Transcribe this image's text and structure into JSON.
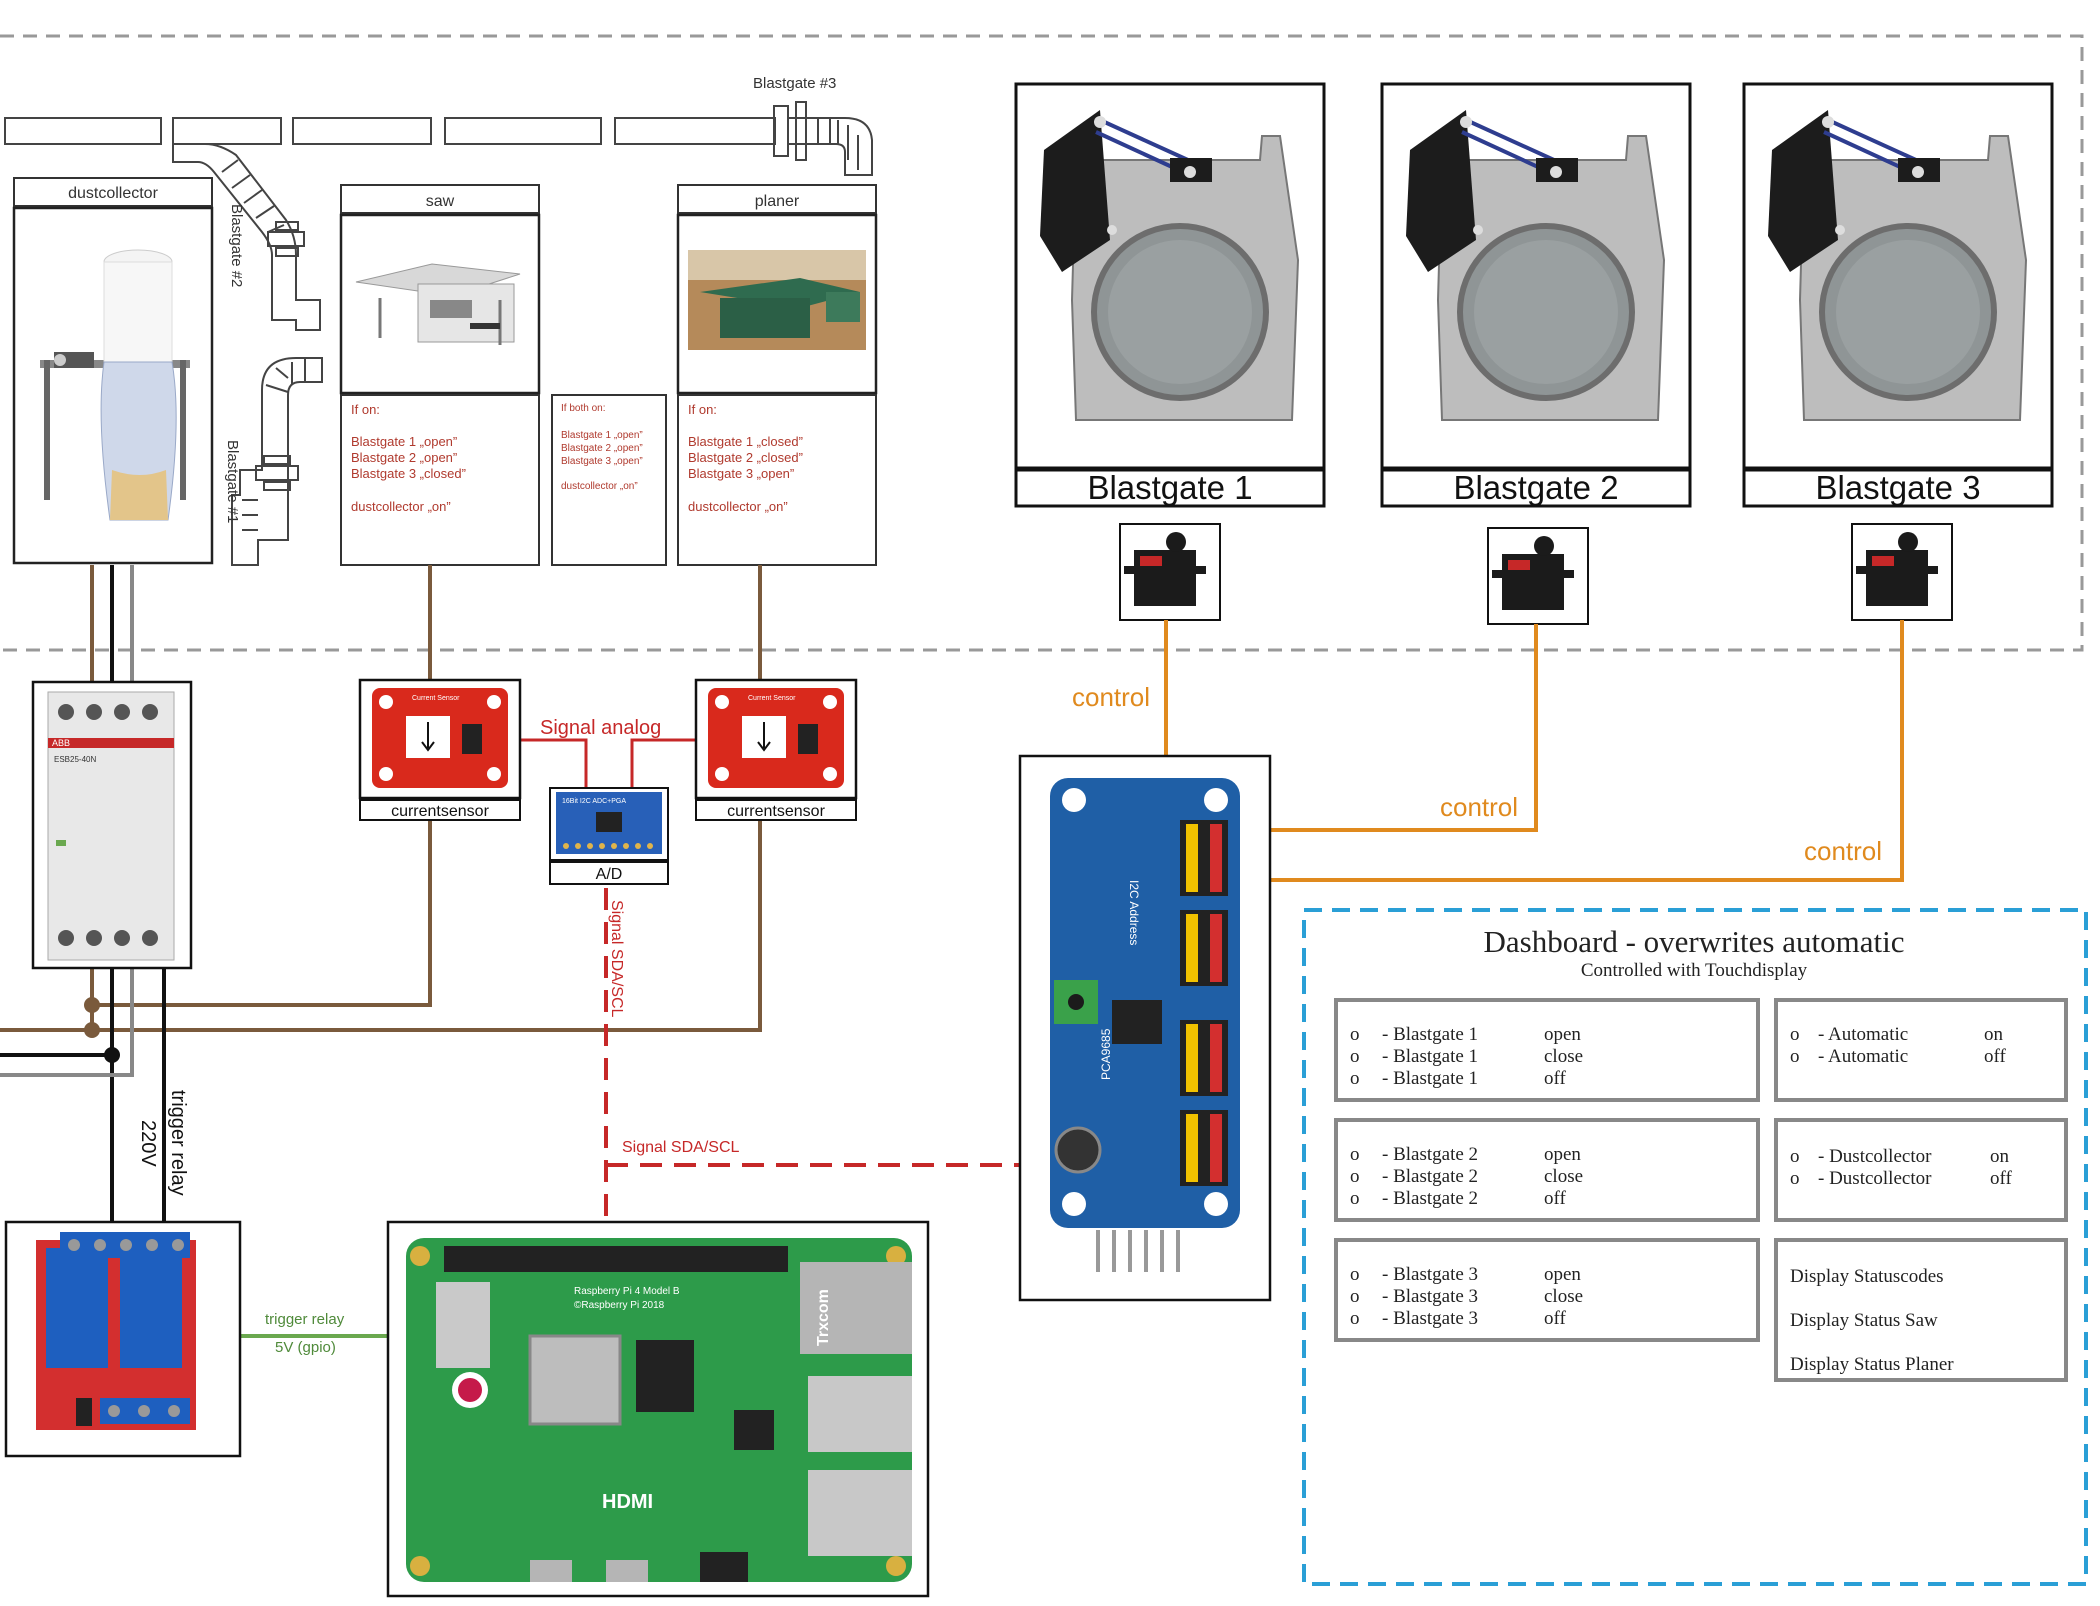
{
  "ducts": {
    "blastgate3_label": "Blastgate #3",
    "blastgate2_label": "Blastgate #2",
    "blastgate1_label": "Blastgate #1"
  },
  "machines": {
    "dustcollector": {
      "title": "dustcollector"
    },
    "saw": {
      "title": "saw",
      "rules": [
        "If on:",
        "Blastgate 1 „open”",
        "Blastgate 2 „open”",
        "Blastgate 3 „closed”",
        "dustcollector „on”"
      ]
    },
    "both": {
      "rules": [
        "If both on:",
        "Blastgate 1 „open”",
        "Blastgate 2 „open”",
        "Blastgate 3 „open”",
        "dustcollector „on”"
      ]
    },
    "planer": {
      "title": "planer",
      "rules": [
        "If on:",
        "Blastgate 1 „closed”",
        "Blastgate 2 „closed”",
        "Blastgate 3 „open”",
        "dustcollector „on”"
      ]
    }
  },
  "blastgates": [
    {
      "label": "Blastgate 1"
    },
    {
      "label": "Blastgate 2"
    },
    {
      "label": "Blastgate 3"
    }
  ],
  "signals": {
    "control": "control",
    "signal_analog": "Signal analog",
    "sda_scl": "Signal SDA/SCL",
    "current_sensor": "currentsensor",
    "ad": "A/D",
    "trigger_relay": "trigger relay",
    "v220": "220V",
    "trigger_relay_5v": "trigger relay",
    "gpio_5v": "5V (gpio)"
  },
  "boards": {
    "current_sensor_chip": "Current Sensor",
    "adc_chip": "16Bit I2C ADC+PGA",
    "contactor_brand": "ABB",
    "contactor_model": "ESB25-40N",
    "pca_text": "I2C Address",
    "pca_chip": "PCA9685",
    "rpi_model": "Raspberry Pi 4 Model B",
    "rpi_copyright": "©Raspberry Pi 2018",
    "rpi_hdmi": "HDMI",
    "rpi_eth": "Trxcom"
  },
  "dashboard": {
    "title": "Dashboard - overwrites automatic",
    "subtitle": "Controlled with Touchdisplay",
    "gate_groups": [
      {
        "rows": [
          {
            "bullet": "o",
            "item": "- Blastgate 1",
            "state": "open"
          },
          {
            "bullet": "o",
            "item": "- Blastgate 1",
            "state": "close"
          },
          {
            "bullet": "o",
            "item": "- Blastgate 1",
            "state": "off"
          }
        ]
      },
      {
        "rows": [
          {
            "bullet": "o",
            "item": "- Blastgate 2",
            "state": "open"
          },
          {
            "bullet": "o",
            "item": "- Blastgate 2",
            "state": "close"
          },
          {
            "bullet": "o",
            "item": "- Blastgate 2",
            "state": "off"
          }
        ]
      },
      {
        "rows": [
          {
            "bullet": "o",
            "item": "- Blastgate 3",
            "state": "open"
          },
          {
            "bullet": "o",
            "item": "- Blastgate 3",
            "state": "close"
          },
          {
            "bullet": "o",
            "item": "- Blastgate 3",
            "state": "off"
          }
        ]
      }
    ],
    "automatic": {
      "rows": [
        {
          "bullet": "o",
          "item": "- Automatic",
          "state": "on"
        },
        {
          "bullet": "o",
          "item": "- Automatic",
          "state": "off"
        }
      ]
    },
    "dustcollector": {
      "rows": [
        {
          "bullet": "o",
          "item": "- Dustcollector",
          "state": "on"
        },
        {
          "bullet": "o",
          "item": "- Dustcollector",
          "state": "off"
        }
      ]
    },
    "status_items": [
      "Display Statuscodes",
      "Display Status Saw",
      "Display Status Planer"
    ]
  },
  "colors": {
    "brown": "#7a5a3c",
    "orange": "#e08a1e",
    "red_dashed": "#c62828",
    "dashboard_border": "#2a9fd6",
    "green_wire": "#6aa84f",
    "rule_text": "#b03a2e"
  }
}
